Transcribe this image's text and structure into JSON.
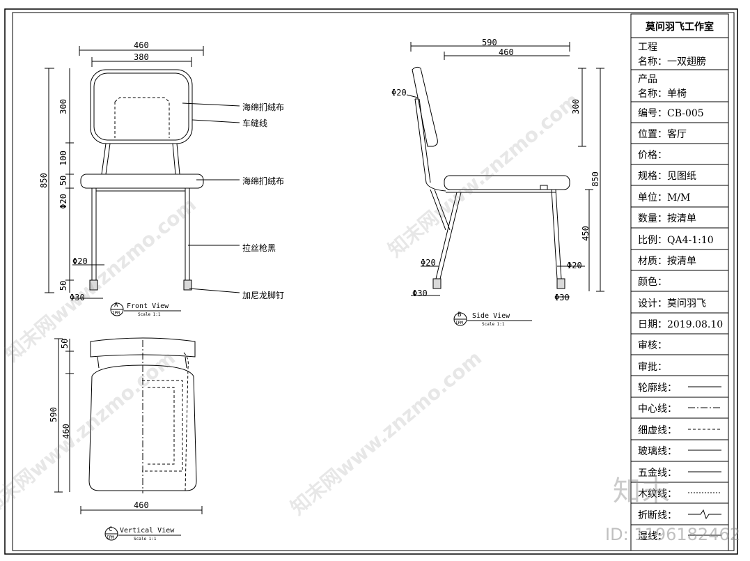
{
  "title_block": {
    "studio": "莫问羽飞工作室",
    "project_label": "工程",
    "project_name": "名称：一双翅膀",
    "product_label": "产品",
    "product_name": "名称：单椅",
    "code": "编号：CB-005",
    "location": "位置：客厅",
    "price": "价格：",
    "spec": "规格：见图纸",
    "unit": "单位：M/M",
    "quantity": "数量：按清单",
    "scale": "比例：QA4-1:10",
    "material": "材质：按清单",
    "color": "颜色：",
    "designer": "设计：莫问羽飞",
    "date": "日期：2019.08.10",
    "reviewer": "审核：",
    "approver": "审批：",
    "legend_outline": "轮廓线：",
    "legend_center": "中心线：",
    "legend_dashed": "细虚线：",
    "legend_glass": "玻璃线：",
    "legend_hardware": "五金线：",
    "legend_wood": "木纹线：",
    "legend_break": "折断线：",
    "legend_other": "湿线："
  },
  "front_view": {
    "dim_460": "460",
    "dim_380": "380",
    "dim_300": "300",
    "dim_100": "100",
    "dim_850": "850",
    "dim_50": "50",
    "dim_phi20_left": "Φ20",
    "dim_phi20": "Φ20",
    "dim_50b": "50",
    "dim_phi30": "Φ30",
    "note_sponge_top": "海绵扪绒布",
    "note_seam": "车缝线",
    "note_sponge_seat": "海绵扪绒布",
    "note_brushed": "拉丝枪黑",
    "note_nylon": "加尼龙脚钉",
    "view_letter": "A",
    "view_sheet": "IPM",
    "view_title": "Front View",
    "view_scale": "Scale 1:1"
  },
  "side_view": {
    "dim_590": "590",
    "dim_460": "460",
    "dim_phi20_top": "Φ20",
    "dim_300": "300",
    "dim_850": "850",
    "dim_450": "450",
    "dim_phi20_left": "Φ20",
    "dim_phi20_right": "Φ20",
    "dim_phi30_left": "Φ30",
    "dim_phi30_right": "Φ30",
    "view_letter": "B",
    "view_sheet": "IPM",
    "view_title": "Side View",
    "view_scale": "Scale 1:1"
  },
  "vertical_view": {
    "dim_50": "50",
    "dim_590": "590",
    "dim_460_v": "460",
    "dim_460_h": "460",
    "view_letter": "C",
    "view_sheet": "IPM",
    "view_title": "Vertical View",
    "view_scale": "Scale 1:1"
  },
  "watermark": {
    "text": "知末网www.znzmo.com",
    "logo": "知末",
    "id": "ID: 1196182462"
  }
}
